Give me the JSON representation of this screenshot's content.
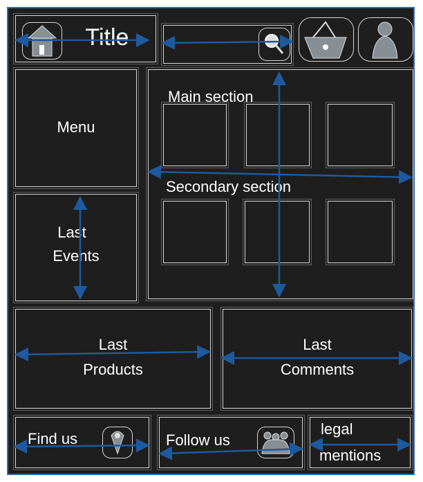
{
  "header": {
    "title": "Title",
    "icons": [
      "home-icon",
      "search-icon",
      "basket-icon",
      "user-icon"
    ]
  },
  "sidebar": {
    "menu": "Menu",
    "events_line1": "Last",
    "events_line2": "Events"
  },
  "main": {
    "main_section": "Main section",
    "secondary_section": "Secondary section"
  },
  "bottom": {
    "products_line1": "Last",
    "products_line2": "Products",
    "comments_line1": "Last",
    "comments_line2": "Comments"
  },
  "footer": {
    "find_us": "Find us",
    "follow_us": "Follow us",
    "legal_line1": "legal",
    "legal_line2": "mentions"
  },
  "colors": {
    "background": "#1e1e1e",
    "stroke": "#d8d8d8",
    "arrow": "#1e5aa0",
    "icon_fill": "#868e96"
  }
}
